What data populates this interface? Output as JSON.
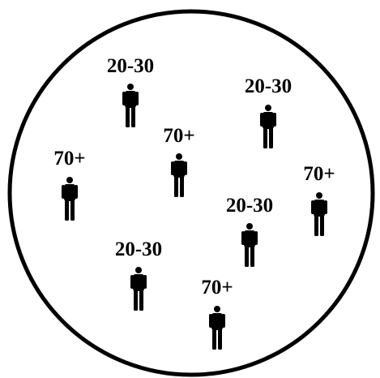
{
  "colors": {
    "background": "#ffffff",
    "outline": "#000000",
    "figure": "#000000"
  },
  "icons": {
    "person": "person-icon"
  },
  "population": {
    "people": [
      {
        "label": "20-30"
      },
      {
        "label": "20-30"
      },
      {
        "label": "70+"
      },
      {
        "label": "70+"
      },
      {
        "label": "70+"
      },
      {
        "label": "20-30"
      },
      {
        "label": "20-30"
      },
      {
        "label": "70+"
      }
    ]
  }
}
